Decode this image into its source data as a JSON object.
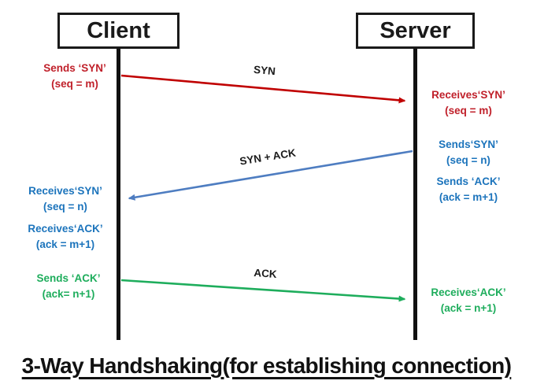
{
  "diagram": {
    "actors": {
      "client": "Client",
      "server": "Server"
    },
    "arrows": {
      "syn": {
        "label": "SYN",
        "from": "client",
        "to": "server",
        "color": "#C00000"
      },
      "syn_ack": {
        "label": "SYN + ACK",
        "from": "server",
        "to": "client",
        "color": "#4E7DC1"
      },
      "ack": {
        "label": "ACK",
        "from": "client",
        "to": "server",
        "color": "#1EAD5C"
      }
    },
    "notes": {
      "client_sends_syn": {
        "line1": "Sends ‘SYN’",
        "line2": "(seq = m)",
        "color": "#C0202A"
      },
      "server_receives_syn": {
        "line1": "Receives‘SYN’",
        "line2": "(seq = m)",
        "color": "#C0202A"
      },
      "server_sends_syn": {
        "line1": "Sends‘SYN’",
        "line2": "(seq = n)",
        "color": "#1C74BC"
      },
      "server_sends_ack": {
        "line1": "Sends ‘ACK’",
        "line2": "(ack = m+1)",
        "color": "#1C74BC"
      },
      "client_receives_syn": {
        "line1": "Receives‘SYN’",
        "line2": "(seq = n)",
        "color": "#1C74BC"
      },
      "client_receives_ack": {
        "line1": "Receives‘ACK’",
        "line2": "(ack = m+1)",
        "color": "#1C74BC"
      },
      "client_sends_ack": {
        "line1": "Sends ‘ACK’",
        "line2": "(ack= n+1)",
        "color": "#1EAD5C"
      },
      "server_receives_ack": {
        "line1": "Receives‘ACK’",
        "line2": "(ack = n+1)",
        "color": "#1EAD5C"
      }
    },
    "caption": "3-Way Handshaking(for establishing connection)"
  }
}
